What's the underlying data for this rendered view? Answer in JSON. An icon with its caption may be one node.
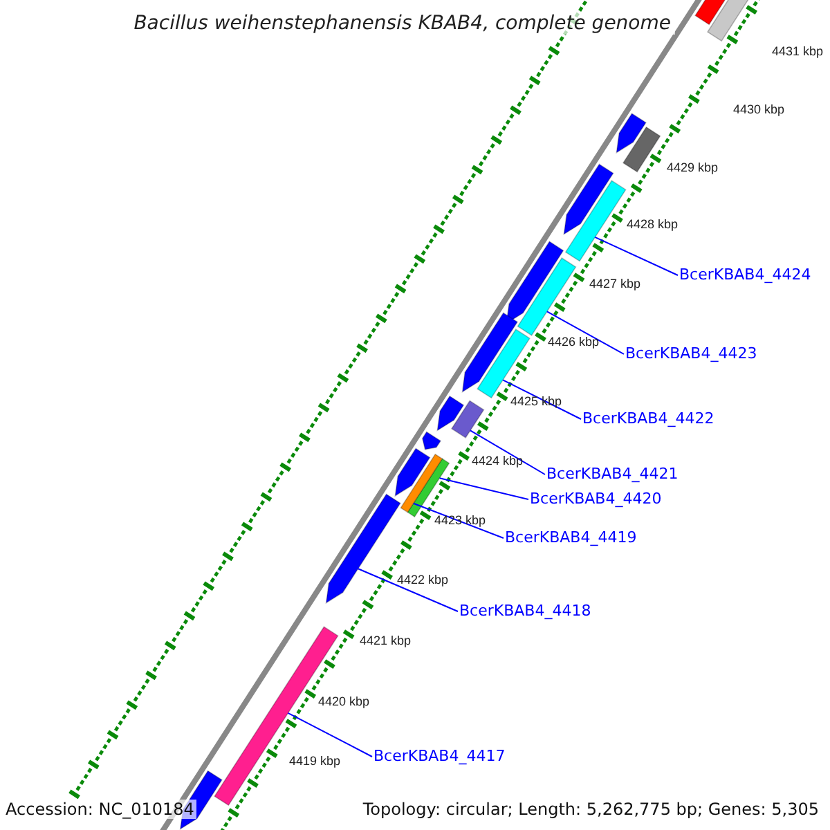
{
  "diagram": {
    "title": "Bacillus weihenstephanensis KBAB4, complete genome",
    "nodes": [
      {
        "text": [
          "BcerKBAB4_4424"
        ]
      },
      {
        "text": [
          "BcerKBAB4_4423"
        ]
      },
      {
        "text": [
          "BcerKBAB4_4422"
        ]
      },
      {
        "text": [
          "BcerKBAB4_4421"
        ]
      },
      {
        "text": [
          "BcerKBAB4_4420"
        ]
      },
      {
        "text": [
          "BcerKBAB4_4419"
        ]
      },
      {
        "text": [
          "BcerKBAB4_4418"
        ]
      },
      {
        "text": [
          "BcerKBAB4_4417"
        ]
      },
      {
        "text": [],
        "shape": "bar"
      },
      {
        "text": [],
        "shape": "bar"
      },
      {
        "text": [],
        "shape": "bar"
      },
      {
        "text": [],
        "shape": "bar"
      },
      {
        "text": [],
        "shape": "bar"
      },
      {
        "text": [],
        "shape": "bar"
      },
      {
        "text": [],
        "shape": "arrow"
      },
      {
        "text": [],
        "shape": "bar"
      }
    ],
    "edges": [
      {
        "from": 0,
        "to": 8,
        "arrow": "none"
      },
      {
        "from": 1,
        "to": 9,
        "arrow": "none"
      },
      {
        "from": 2,
        "to": 10,
        "arrow": "none"
      },
      {
        "from": 3,
        "to": 11,
        "arrow": "none"
      },
      {
        "from": 4,
        "to": 12,
        "arrow": "none"
      },
      {
        "from": 5,
        "to": 13,
        "arrow": "none"
      },
      {
        "from": 6,
        "to": 14,
        "arrow": "none"
      },
      {
        "from": 7,
        "to": 15,
        "arrow": "none"
      }
    ],
    "labels": [
      "4431 kbp",
      "4430 kbp",
      "4429 kbp",
      "4428 kbp",
      "4427 kbp",
      "4426 kbp",
      "4425 kbp",
      "4424 kbp",
      "4423 kbp",
      "4422 kbp",
      "4421 kbp",
      "4420 kbp",
      "4419 kbp",
      "Accession: NC_010184",
      "Topology: circular; Length: 5,262,775 bp; Genes: 5,305"
    ]
  }
}
